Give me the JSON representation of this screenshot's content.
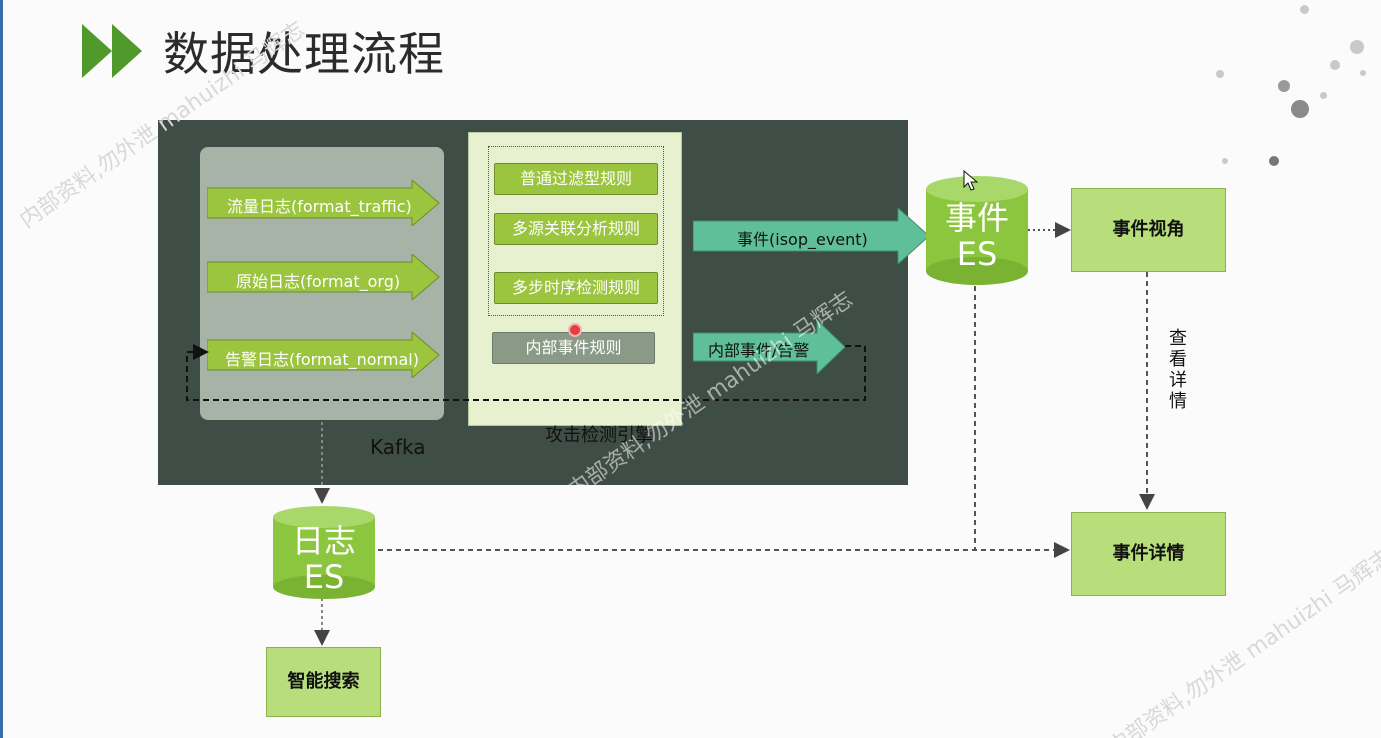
{
  "title": "数据处理流程",
  "kafka": {
    "label": "Kafka",
    "streams": [
      "流量日志(format_traffic)",
      "原始日志(format_org)",
      "告警日志(format_normal)"
    ]
  },
  "engine": {
    "label": "攻击检测引擎",
    "rules": [
      "普通过滤型规则",
      "多源关联分析规则",
      "多步时序检测规则"
    ],
    "inner_rule": "内部事件规则"
  },
  "arrows": {
    "event": "事件(isop_event)",
    "internal": "内部事件/告警"
  },
  "event_es": {
    "line1": "事件",
    "line2": "ES"
  },
  "log_es": {
    "line1": "日志",
    "line2": "ES"
  },
  "boxes": {
    "event_view": "事件视角",
    "event_detail": "事件详情",
    "smart_search": "智能搜索"
  },
  "view_detail_label": "查看详情",
  "watermarks": [
    "内部资料,勿外泄 mahuizhi 马辉志",
    "内部资料,勿外泄 mahuizhi 马辉志",
    "内部资料,勿外泄 mahuizhi 马辉志"
  ],
  "colors": {
    "green": "#9bc43f",
    "dark_panel": "#3e4d45",
    "teal_arrow": "#5fbf99",
    "box_green": "#b7de7b"
  }
}
